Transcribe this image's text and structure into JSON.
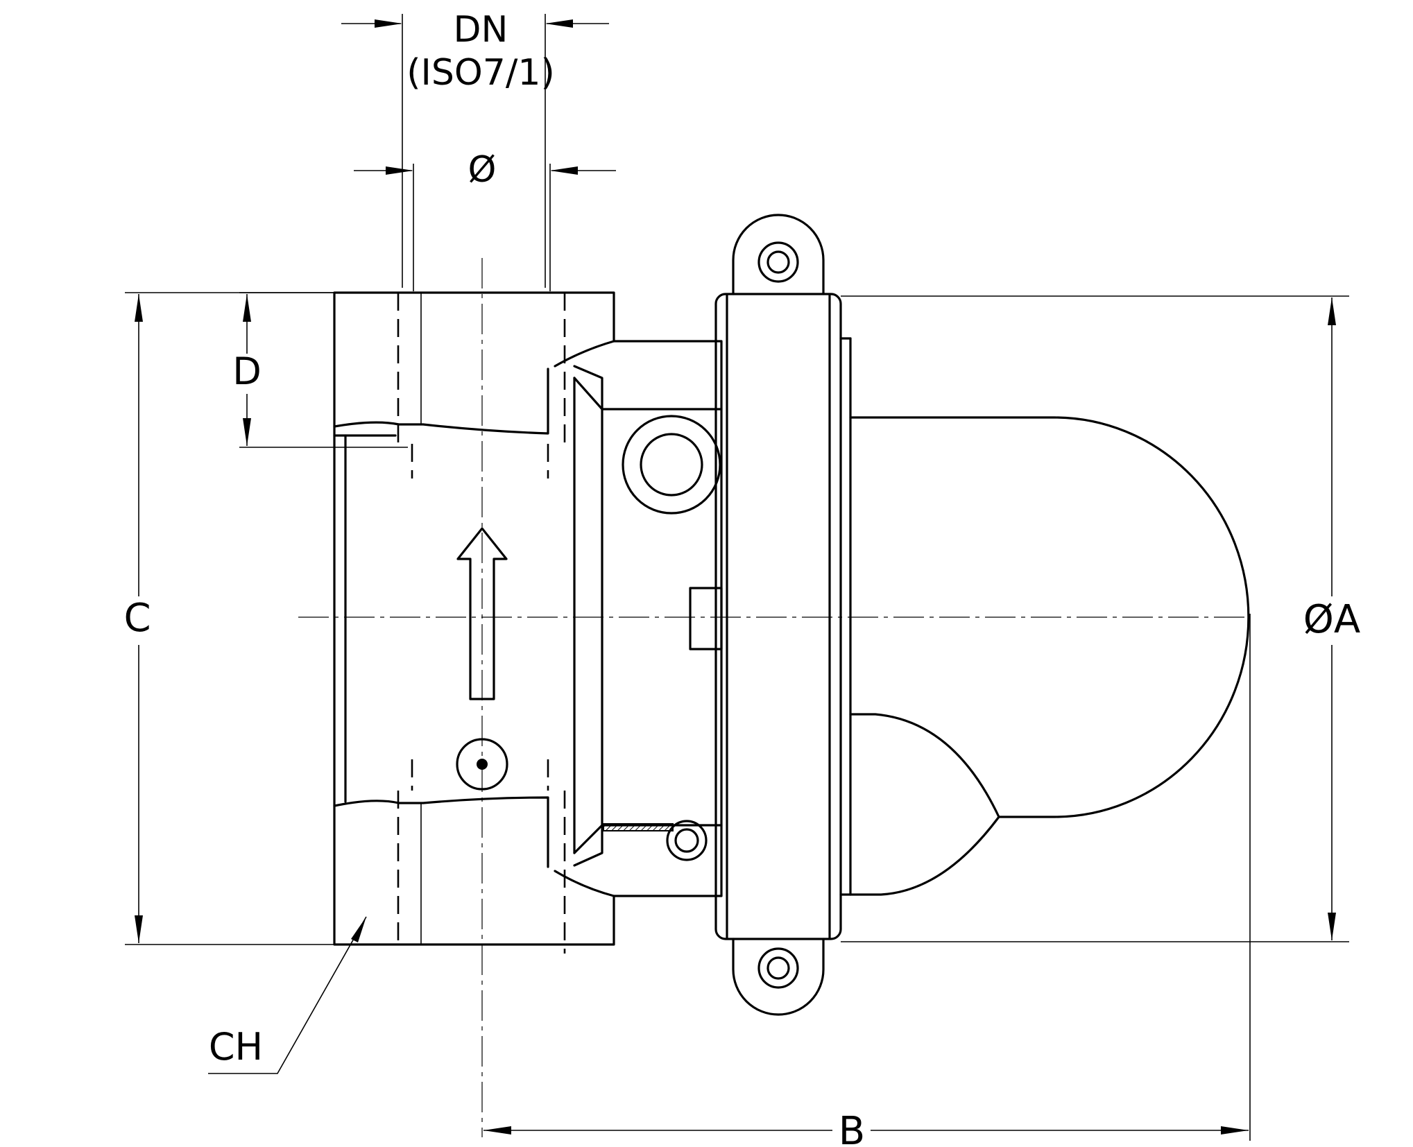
{
  "drawing": {
    "labels": {
      "dn": "DN",
      "dn_standard": "(ISO7/1)",
      "bore_diameter": "Ø",
      "thread_depth": "D",
      "body_height": "C",
      "cover_diameter": "ØA",
      "overall_length": "B",
      "hex_size": "CH"
    }
  }
}
